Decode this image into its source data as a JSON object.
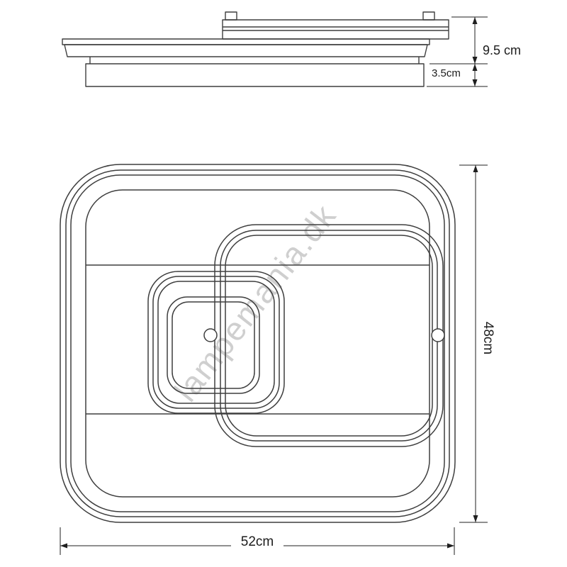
{
  "watermark": "lampemania.dk",
  "side_view": {
    "height_label": "9.5 cm",
    "depth_label": "3.5cm"
  },
  "plan_view": {
    "height_label": "48cm",
    "width_label": "52cm"
  },
  "colors": {
    "line": "#3e3e3e",
    "dimension": "#1f1f1f",
    "watermark": "#cfcfcf",
    "background": "#ffffff"
  }
}
